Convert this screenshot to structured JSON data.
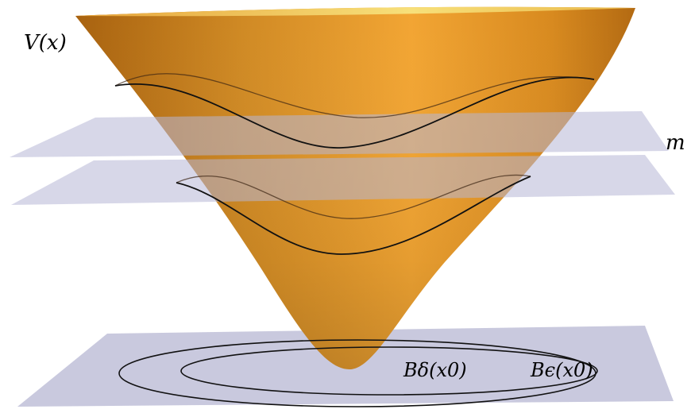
{
  "labels": {
    "potential": "V(x)",
    "level": "m",
    "ball_delta": "Bδ(x0)",
    "ball_epsilon": "Bϵ(x0)"
  },
  "colors": {
    "plane": "#c9c9de",
    "bowl_dark": "#b8701a",
    "bowl_mid": "#e59a2a",
    "bowl_light": "#f4c447",
    "curve": "#111111"
  }
}
